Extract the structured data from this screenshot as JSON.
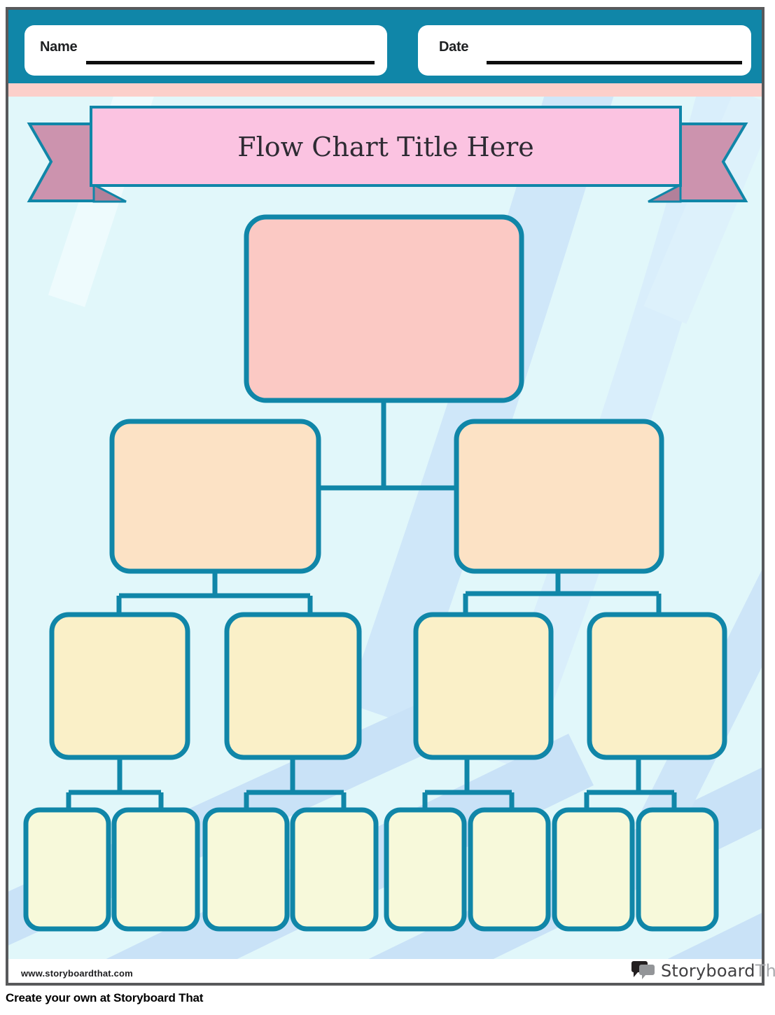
{
  "header": {
    "name_label": "Name",
    "date_label": "Date"
  },
  "banner": {
    "title": "Flow Chart Title Here"
  },
  "diagram": {
    "type": "flow-chart-template",
    "description": "Empty hierarchical flow chart: 1 root box, 2 second-level boxes, 4 third-level boxes, 8 bottom boxes, all connected by elbow connectors",
    "levels": [
      {
        "level": 1,
        "boxes": 1,
        "fill": "#fbc9c4"
      },
      {
        "level": 2,
        "boxes": 2,
        "fill": "#fce2c5"
      },
      {
        "level": 3,
        "boxes": 4,
        "fill": "#faf0c8"
      },
      {
        "level": 4,
        "boxes": 8,
        "fill": "#f7f9da"
      }
    ],
    "box_text": ""
  },
  "footer": {
    "website": "www.storyboardthat.com",
    "logo": {
      "icon": "speech-bubbles-icon",
      "brand": "Storyboard",
      "brand_suffix": "That"
    }
  },
  "caption": "Create your own at Storyboard That",
  "colors": {
    "teal": "#1086a8",
    "page_border": "#58595b",
    "header_band": "#1086a8",
    "pink_strip": "#fccfca",
    "banner_pink": "#fbc3e1",
    "ribbon_tail": "#cc93ae",
    "ribbon_fold": "#b2809a",
    "background": "#e1f7fa",
    "swoosh": "#c9e2f7",
    "title_text": "#2e2b33",
    "level1_fill": "#fbc9c4",
    "level2_fill": "#fce2c5",
    "level3_fill": "#faf0c8",
    "level4_fill": "#f7f9da"
  }
}
